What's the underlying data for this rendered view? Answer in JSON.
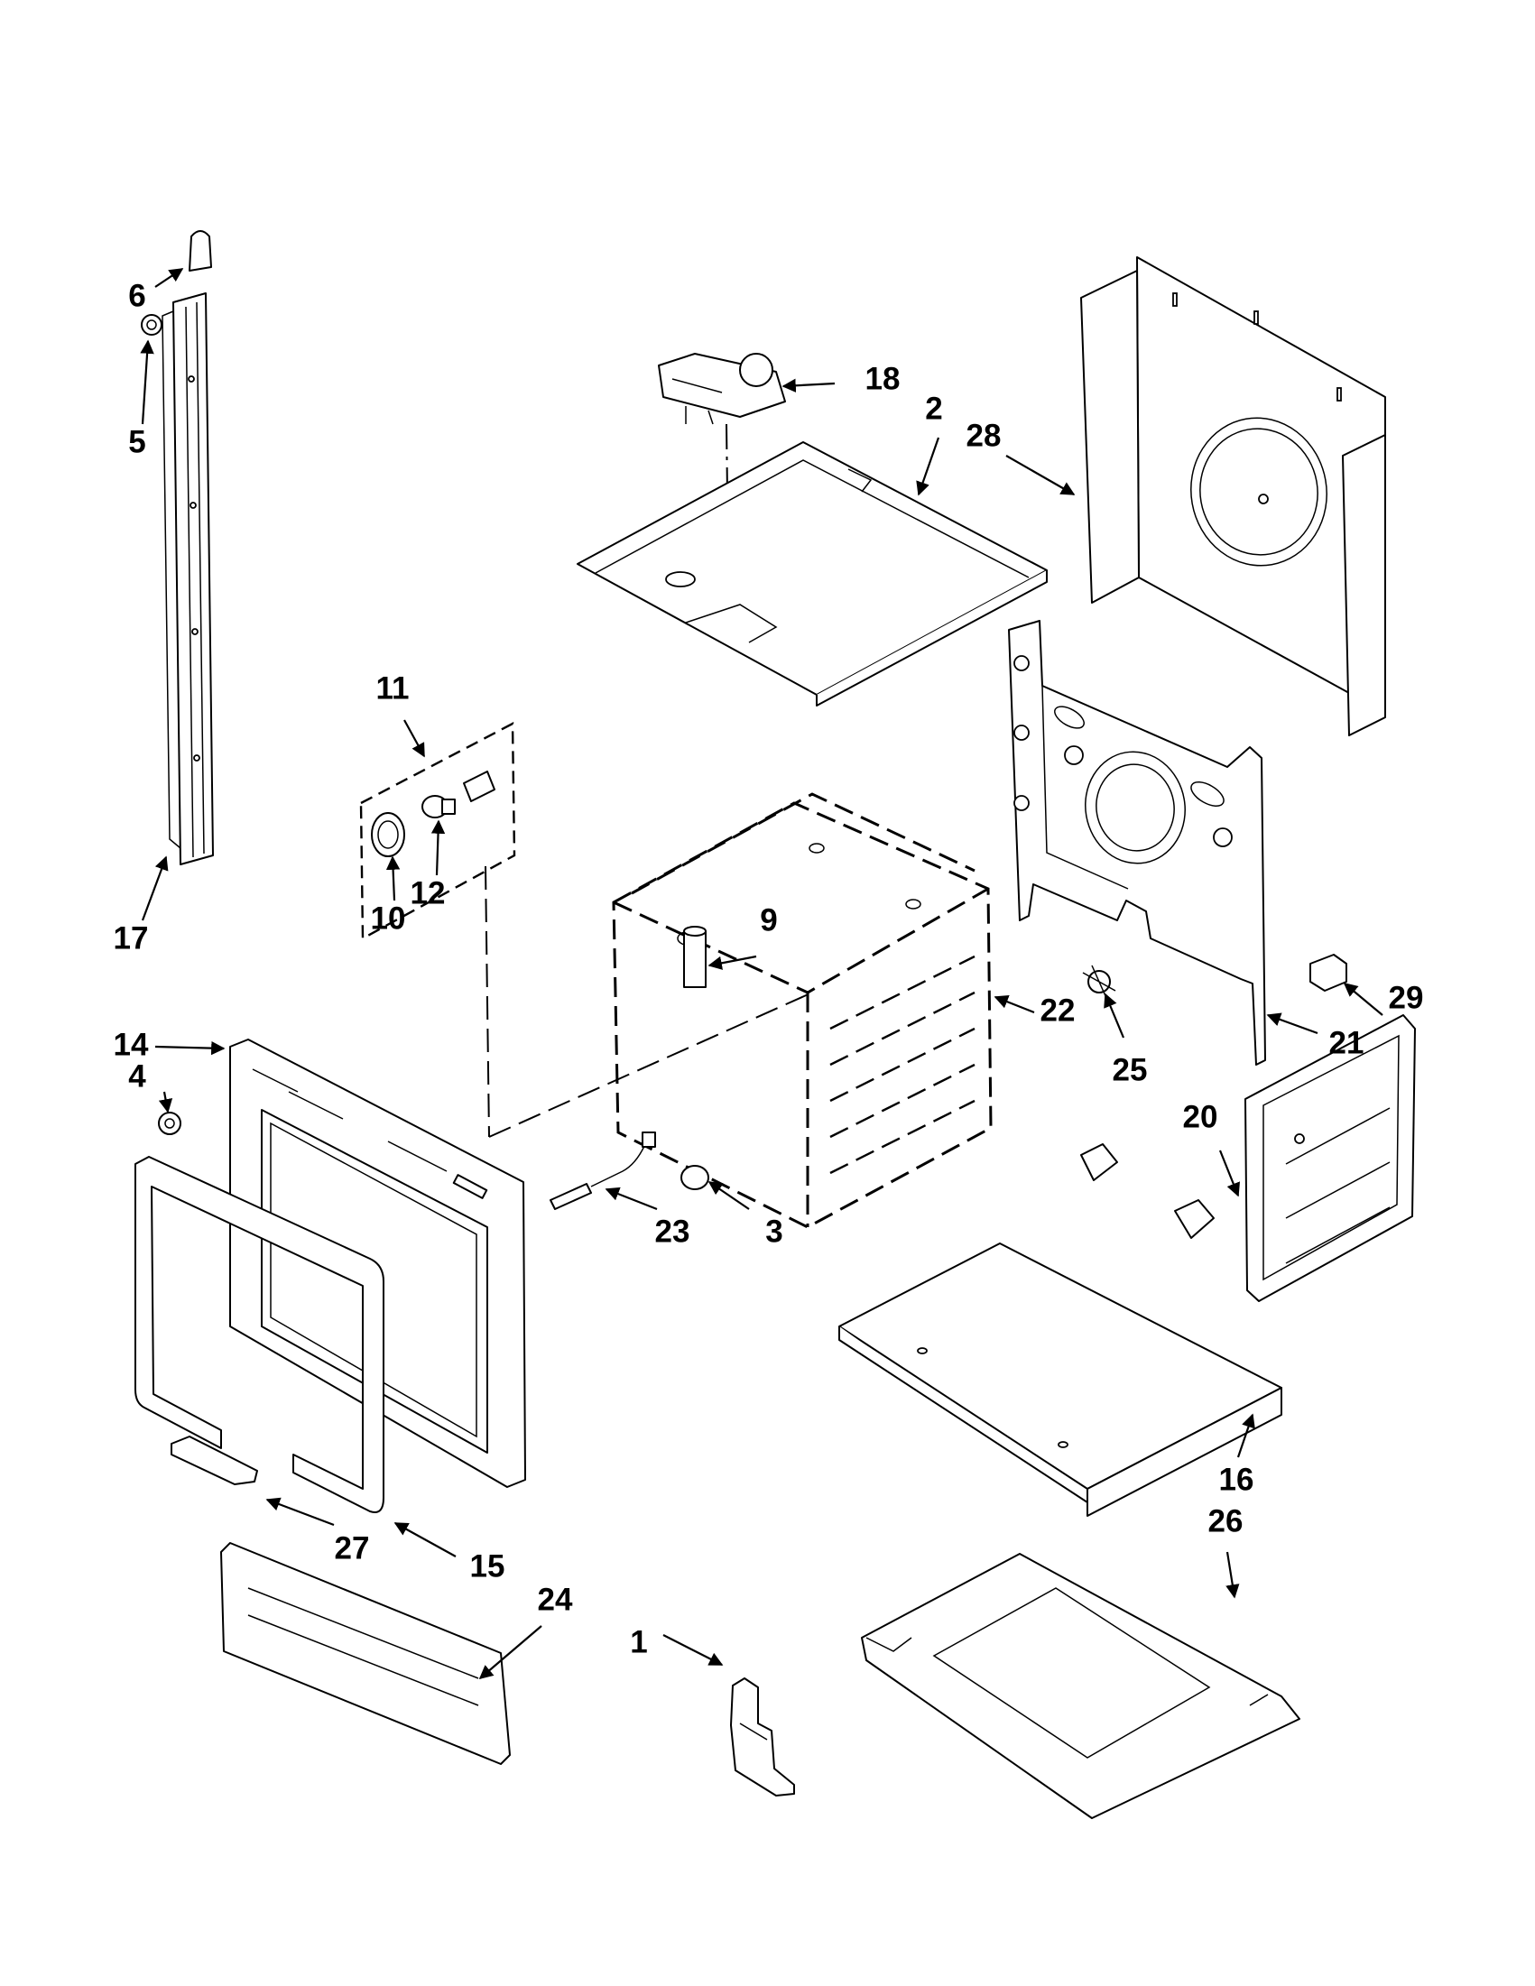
{
  "callouts": [
    {
      "id": "p1",
      "label": "1"
    },
    {
      "id": "p2",
      "label": "2"
    },
    {
      "id": "p3",
      "label": "3"
    },
    {
      "id": "p4",
      "label": "4"
    },
    {
      "id": "p5",
      "label": "5"
    },
    {
      "id": "p6",
      "label": "6"
    },
    {
      "id": "p9",
      "label": "9"
    },
    {
      "id": "p10",
      "label": "10"
    },
    {
      "id": "p11",
      "label": "11"
    },
    {
      "id": "p12",
      "label": "12"
    },
    {
      "id": "p14",
      "label": "14"
    },
    {
      "id": "p15",
      "label": "15"
    },
    {
      "id": "p16",
      "label": "16"
    },
    {
      "id": "p17",
      "label": "17"
    },
    {
      "id": "p18",
      "label": "18"
    },
    {
      "id": "p20",
      "label": "20"
    },
    {
      "id": "p21",
      "label": "21"
    },
    {
      "id": "p22",
      "label": "22"
    },
    {
      "id": "p23",
      "label": "23"
    },
    {
      "id": "p24",
      "label": "24"
    },
    {
      "id": "p25",
      "label": "25"
    },
    {
      "id": "p26",
      "label": "26"
    },
    {
      "id": "p27",
      "label": "27"
    },
    {
      "id": "p28",
      "label": "28"
    },
    {
      "id": "p29",
      "label": "29"
    }
  ],
  "colors": {
    "line": "#000000",
    "background": "#ffffff"
  }
}
